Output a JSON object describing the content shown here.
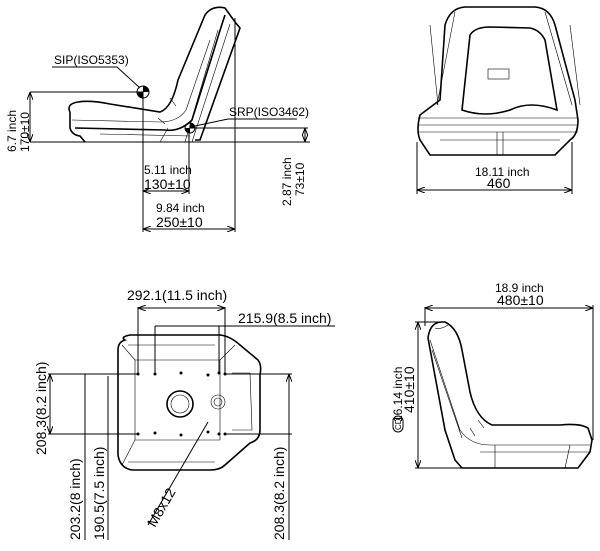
{
  "side_view": {
    "sip_label": "SIP(ISO5353)",
    "srp_label": "SRP(ISO3462)",
    "sip_height_inch": "6.7 inch",
    "sip_height_mm": "170±10",
    "srp_height_inch": "2.87 inch",
    "srp_height_mm": "73±10",
    "sip_srp_inch": "5.11 inch",
    "sip_srp_mm": "130±10",
    "sip_back_inch": "9.84 inch",
    "sip_back_mm": "250±10"
  },
  "front_view": {
    "width_inch": "18.11 inch",
    "width_mm": "460"
  },
  "bottom_view": {
    "outer_width": "292.1(11.5 inch)",
    "inner_width": "215.9(8.5 inch)",
    "left_height": "208.3(8.2 inch)",
    "dim_203": "203.2(8 inch)",
    "dim_190": "190.5(7.5 inch)",
    "right_height": "208.3(8.2 inch)",
    "bolt": "M8x12"
  },
  "right_view": {
    "depth_inch": "18.9 inch",
    "depth_mm": "480±10",
    "height_inch": "16.14 inch",
    "height_mm": "410±10",
    "badge": "CD"
  }
}
